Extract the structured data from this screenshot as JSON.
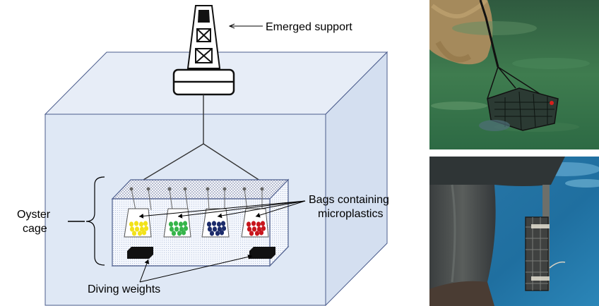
{
  "diagram": {
    "labels": {
      "emerged_support": "Emerged support",
      "bags_line1": "Bags containing",
      "bags_line2": "microplastics",
      "oyster_line1": "Oyster",
      "oyster_line2": "cage",
      "diving_weights": "Diving weights"
    },
    "bags": [
      {
        "name": "yellow",
        "color": "#f2e21a"
      },
      {
        "name": "green",
        "color": "#36b54a"
      },
      {
        "name": "navy",
        "color": "#1c2c6b"
      },
      {
        "name": "red",
        "color": "#c8161d"
      }
    ],
    "colors": {
      "water_box": "#dfe8f5",
      "box_edge": "#4b5c8c",
      "line": "#333333"
    }
  },
  "photos": {
    "top": {
      "subject": "cage-suspended-in-shallow-green-water"
    },
    "bottom": {
      "subject": "cage-underwater-beside-pillar"
    }
  }
}
